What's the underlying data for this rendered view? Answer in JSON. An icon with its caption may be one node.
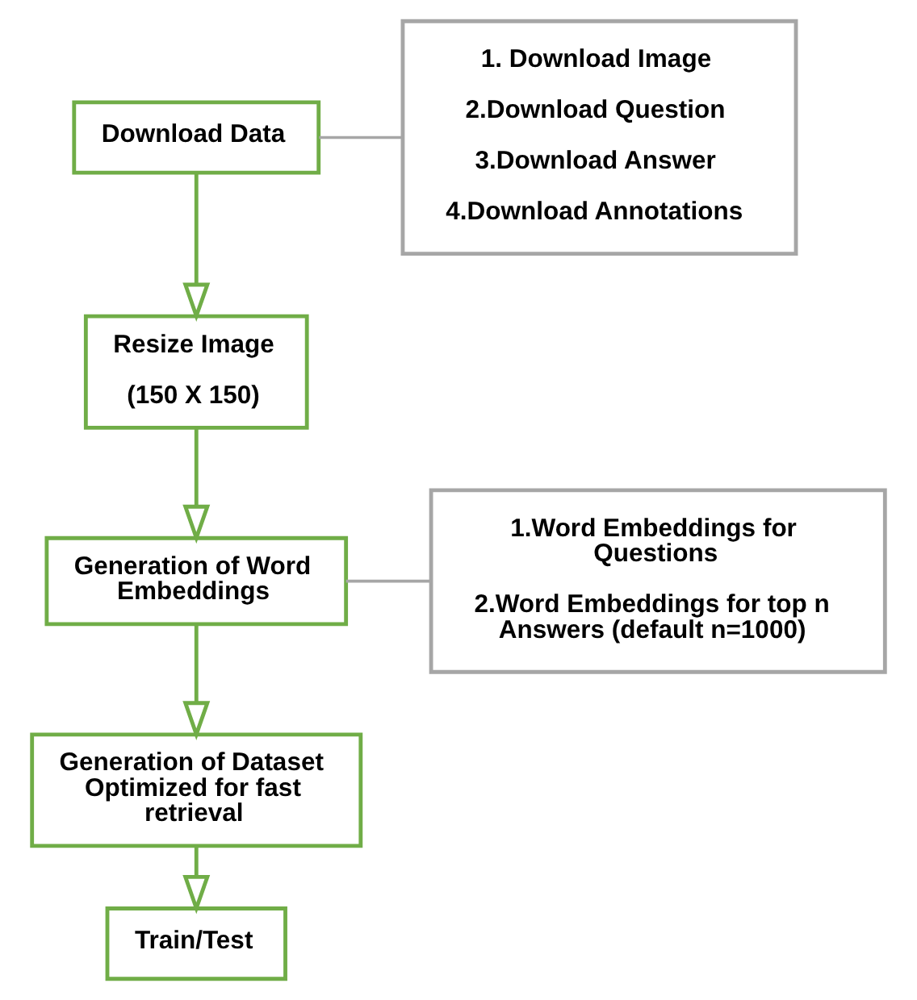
{
  "diagram": {
    "nodes": [
      {
        "text": [
          "Download Data"
        ]
      },
      {
        "text": [
          "1. Download Image",
          "2.Download Question",
          "3.Download Answer",
          "4.Download Annotations"
        ]
      },
      {
        "text": [
          "Resize Image",
          "(150 X 150)"
        ]
      },
      {
        "text": [
          "Generation of Word Embeddings"
        ]
      },
      {
        "text": [
          "1.Word Embeddings for Questions",
          "2.Word Embeddings for top n Answers (default n=1000)"
        ]
      },
      {
        "text": [
          "Generation of Dataset Optimized for fast retrieval"
        ]
      },
      {
        "text": [
          "Train/Test"
        ]
      }
    ],
    "edges": [
      {
        "from": 0,
        "to": 1,
        "arrow": "none",
        "color": "#a6a6a6"
      },
      {
        "from": 0,
        "to": 2,
        "arrow": "to"
      },
      {
        "from": 2,
        "to": 3,
        "arrow": "to"
      },
      {
        "from": 3,
        "to": 4,
        "arrow": "none",
        "color": "#a6a6a6"
      },
      {
        "from": 3,
        "to": 5,
        "arrow": "to"
      },
      {
        "from": 5,
        "to": 6,
        "arrow": "to"
      }
    ]
  }
}
